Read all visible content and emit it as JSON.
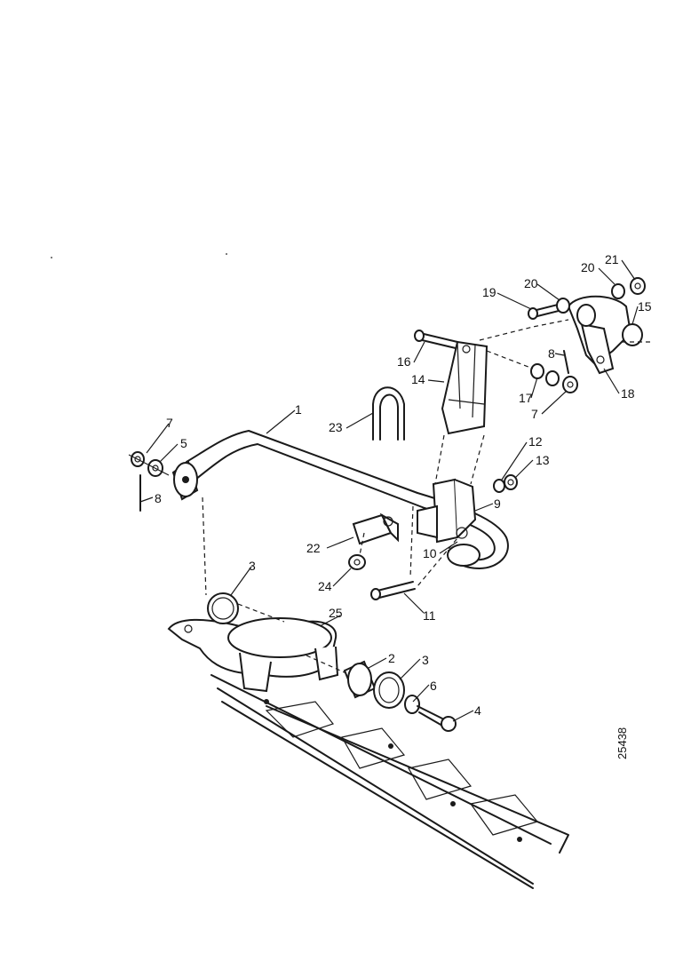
{
  "figure": {
    "reference_number": "25438"
  },
  "callouts": {
    "c1": "1",
    "c2": "2",
    "c3a": "3",
    "c3b": "3",
    "c4": "4",
    "c5": "5",
    "c6": "6",
    "c7a": "7",
    "c7b": "7",
    "c8a": "8",
    "c8b": "8",
    "c9": "9",
    "c10": "10",
    "c11": "11",
    "c12": "12",
    "c13": "13",
    "c14": "14",
    "c15": "15",
    "c16": "16",
    "c17": "17",
    "c18": "18",
    "c19": "19",
    "c20a": "20",
    "c20b": "20",
    "c21": "21",
    "c22": "22",
    "c23": "23",
    "c24": "24",
    "c25": "25"
  }
}
